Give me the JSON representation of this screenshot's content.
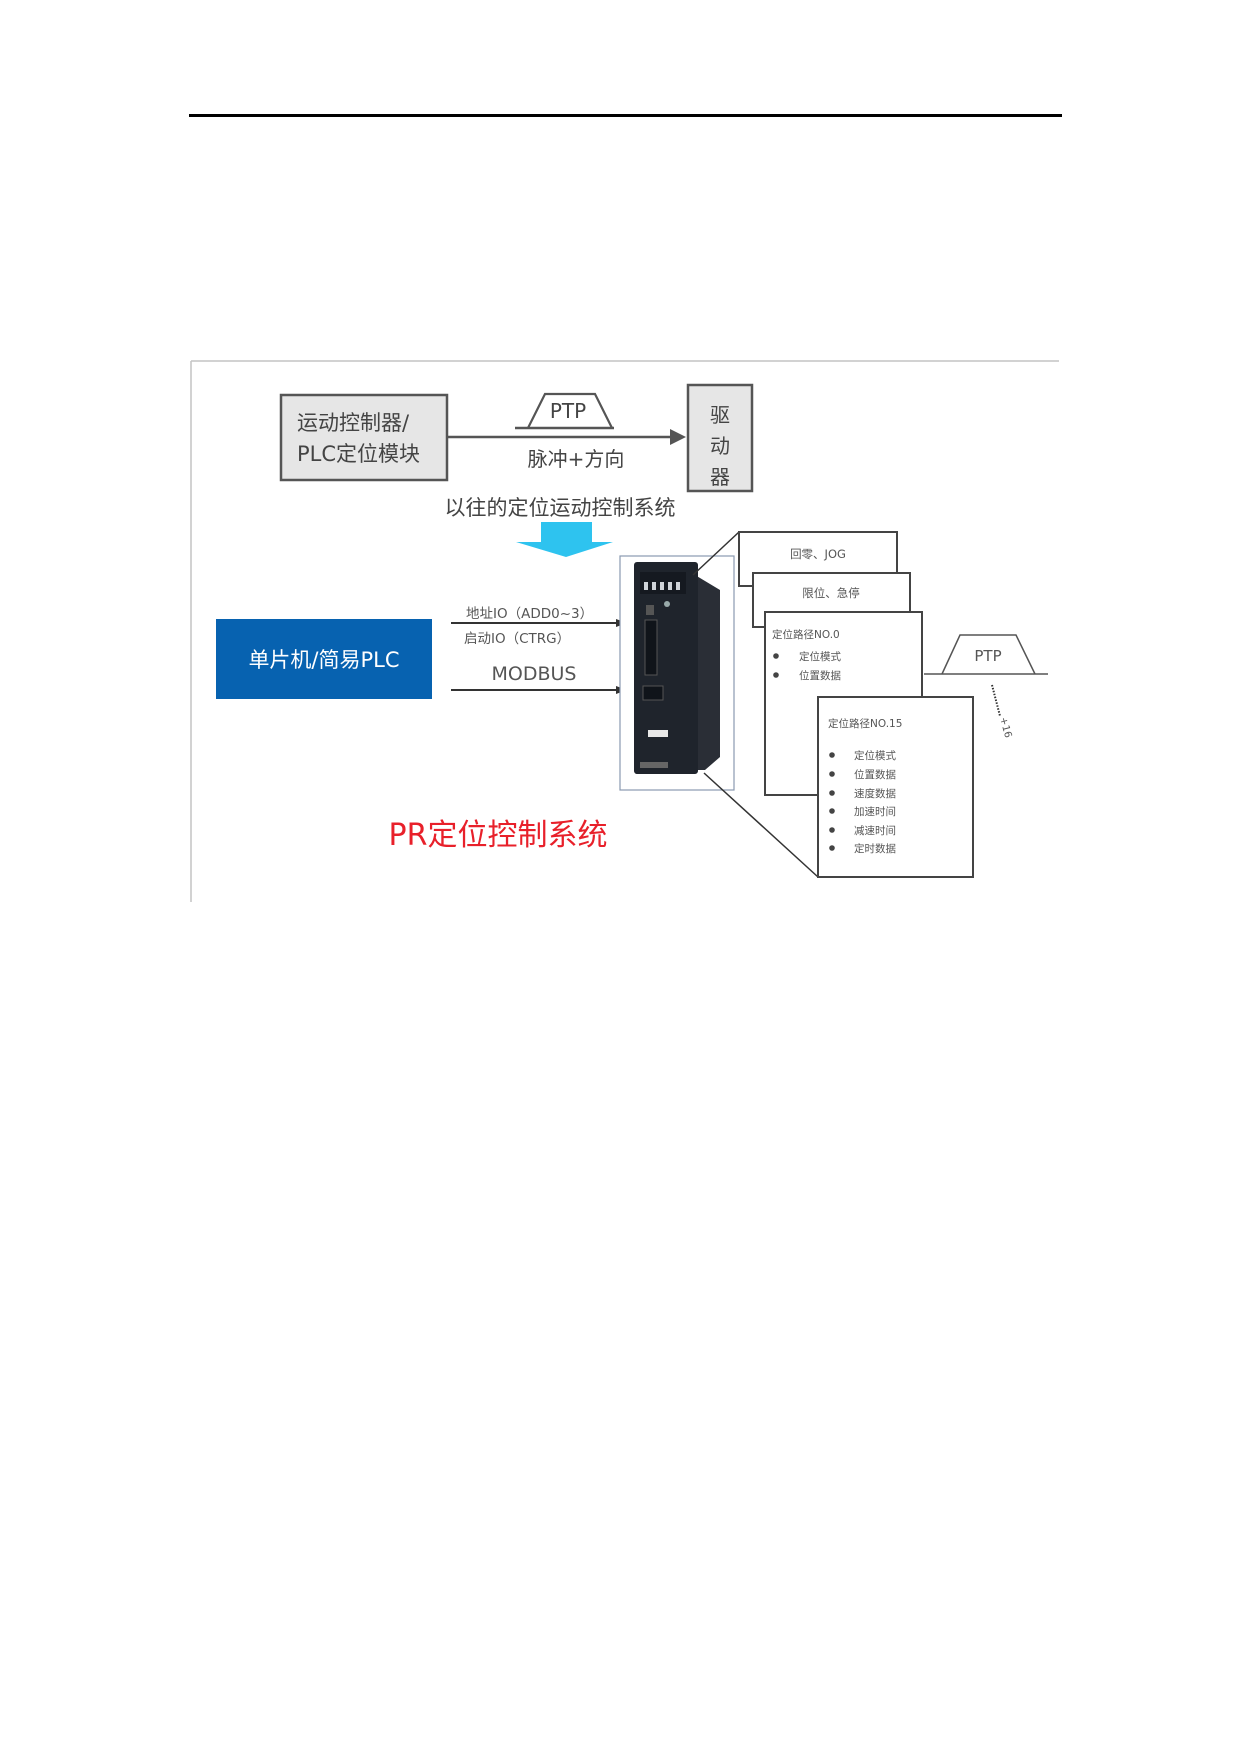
{
  "legacy": {
    "controller_line1": "运动控制器/",
    "controller_line2": "PLC定位模块",
    "ptp": "PTP",
    "signal": "脉冲+方向",
    "driver_chars": [
      "驱",
      "动",
      "器"
    ],
    "caption": "以往的定位运动控制系统"
  },
  "pr": {
    "controller": "单片机/简易PLC",
    "addr_io": "地址IO（ADD0~3）",
    "start_io": "启动IO（CTRG）",
    "modbus": "MODBUS",
    "card_home": "回零、JOG",
    "card_limit": "限位、急停",
    "path0_title": "定位路径NO.0",
    "path0_items": [
      "定位模式",
      "位置数据"
    ],
    "path15_title": "定位路径NO.15",
    "path15_items": [
      "定位模式",
      "位置数据",
      "速度数据",
      "加速时间",
      "减速时间",
      "定时数据"
    ],
    "ptp": "PTP",
    "count": "+16",
    "caption": "PR定位控制系统"
  },
  "colors": {
    "blue": "#0762b0",
    "cyan": "#2ec3ef",
    "red": "#e8202a"
  }
}
